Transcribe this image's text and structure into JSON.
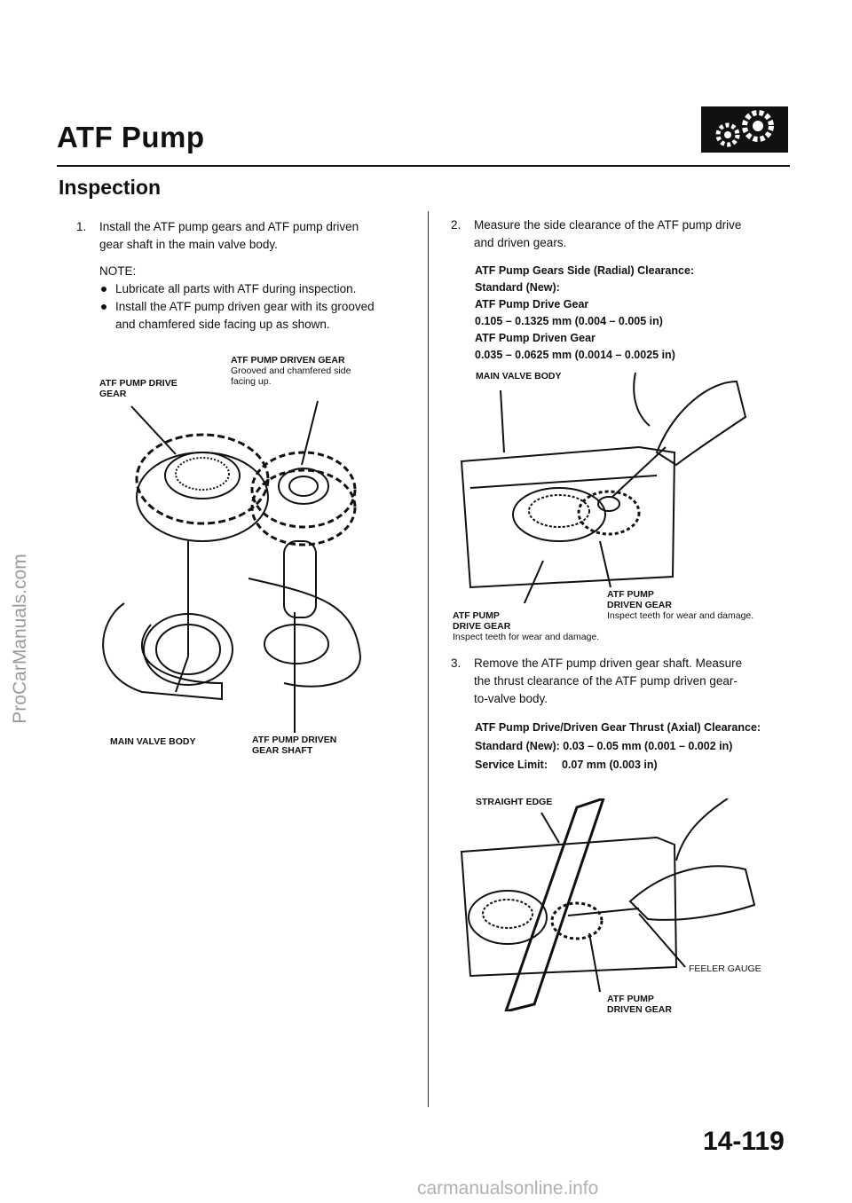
{
  "header": {
    "title": "ATF Pump",
    "section": "Inspection",
    "page_number": "14-119"
  },
  "left": {
    "step1": {
      "num": "1.",
      "line1": "Install the ATF pump gears and ATF pump driven",
      "line2": "gear shaft in the main valve body."
    },
    "note_label": "NOTE:",
    "bullets": [
      {
        "line1": "Lubricate all parts with ATF during inspection."
      },
      {
        "line1": "Install the ATF pump driven gear with its grooved",
        "line2": "and chamfered side facing up as shown."
      }
    ],
    "fig": {
      "drive_gear_l1": "ATF PUMP DRIVE",
      "drive_gear_l2": "GEAR",
      "driven_gear_l1": "ATF PUMP DRIVEN GEAR",
      "driven_gear_l2": "Grooved and chamfered side",
      "driven_gear_l3": "facing up.",
      "main_valve_body": "MAIN VALVE BODY",
      "shaft_l1": "ATF PUMP DRIVEN",
      "shaft_l2": "GEAR SHAFT"
    }
  },
  "right": {
    "step2": {
      "num": "2.",
      "line1": "Measure the side clearance of the ATF pump drive",
      "line2": "and driven gears."
    },
    "spec1": {
      "l1": "ATF Pump Gears Side (Radial) Clearance:",
      "l2": "Standard (New):",
      "l3": "ATF Pump Drive Gear",
      "l4": "0.105 – 0.1325 mm (0.004 – 0.005 in)",
      "l5": "ATF Pump Driven Gear",
      "l6": "0.035 – 0.0625 mm (0.0014 – 0.0025 in)"
    },
    "fig2": {
      "main_valve_body": "MAIN VALVE BODY",
      "driven_l1": "ATF PUMP",
      "driven_l2": "DRIVEN GEAR",
      "driven_l3": "Inspect teeth for wear and damage.",
      "drive_l1": "ATF PUMP",
      "drive_l2": "DRIVE GEAR",
      "drive_l3": "Inspect teeth for wear and damage."
    },
    "step3": {
      "num": "3.",
      "line1": "Remove the ATF pump driven gear shaft. Measure",
      "line2": "the thrust clearance of the ATF pump driven gear-",
      "line3": "to-valve body."
    },
    "spec2": {
      "l1": "ATF Pump Drive/Driven Gear Thrust (Axial) Clearance:",
      "l2": "Standard (New): 0.03 – 0.05 mm (0.001 – 0.002 in)",
      "l3_label": "Service Limit:",
      "l3_value": "0.07 mm (0.003 in)"
    },
    "fig3": {
      "straight_edge": "STRAIGHT EDGE",
      "feeler_gauge": "FEELER GAUGE",
      "driven_l1": "ATF PUMP",
      "driven_l2": "DRIVEN GEAR"
    }
  },
  "watermarks": {
    "side": "ProCarManuals.com",
    "bottom": "carmanualsonline.info"
  }
}
